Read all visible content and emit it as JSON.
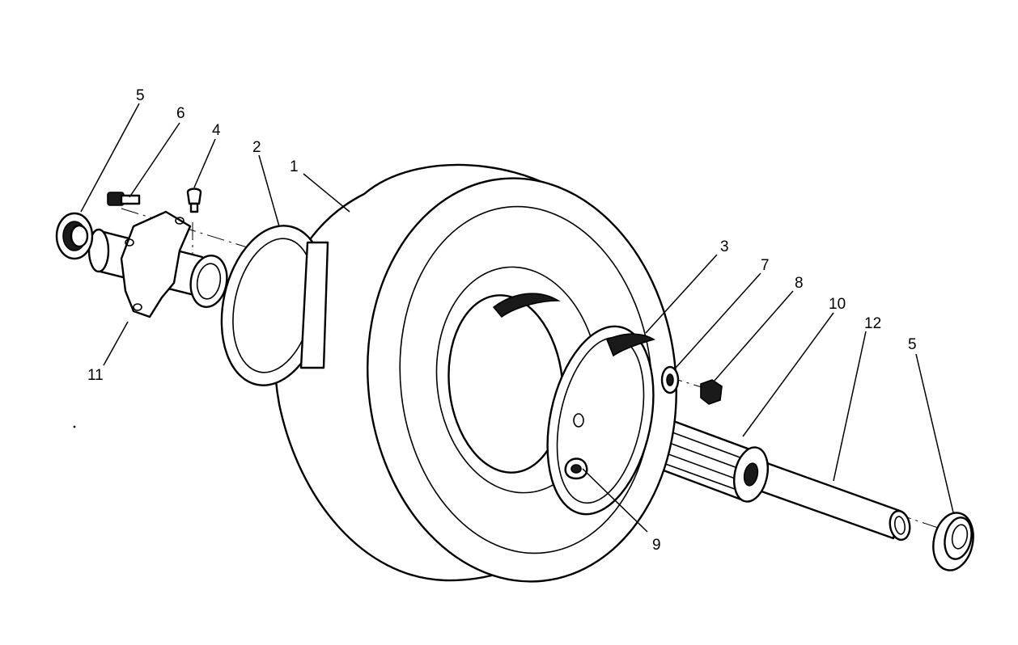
{
  "diagram": {
    "callouts": [
      {
        "id": "c1",
        "text": "1"
      },
      {
        "id": "c2",
        "text": "2"
      },
      {
        "id": "c3",
        "text": "3"
      },
      {
        "id": "c4",
        "text": "4"
      },
      {
        "id": "c5a",
        "text": "5"
      },
      {
        "id": "c5b",
        "text": "5"
      },
      {
        "id": "c6",
        "text": "6"
      },
      {
        "id": "c7",
        "text": "7"
      },
      {
        "id": "c8",
        "text": "8"
      },
      {
        "id": "c9",
        "text": "9"
      },
      {
        "id": "c10",
        "text": "10"
      },
      {
        "id": "c11",
        "text": "11"
      },
      {
        "id": "c12",
        "text": "12"
      }
    ]
  }
}
